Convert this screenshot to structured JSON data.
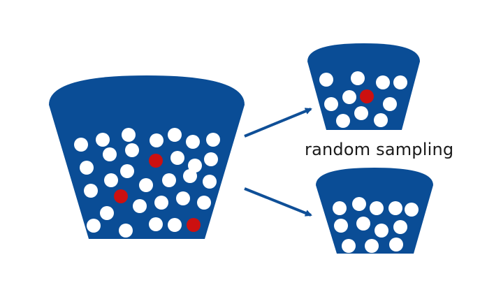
{
  "label": "random sampling",
  "colors": {
    "bucket": "#0a4d96",
    "white_ball": "#ffffff",
    "red_ball": "#cc1010",
    "arrow": "#0f4f97"
  },
  "buckets": [
    {
      "name": "population-bucket",
      "balls": {
        "white": 29,
        "red": 3
      }
    },
    {
      "name": "sample-bucket-top",
      "balls": {
        "white": 10,
        "red": 1
      }
    },
    {
      "name": "sample-bucket-bottom",
      "balls": {
        "white": 12,
        "red": 0
      }
    }
  ]
}
